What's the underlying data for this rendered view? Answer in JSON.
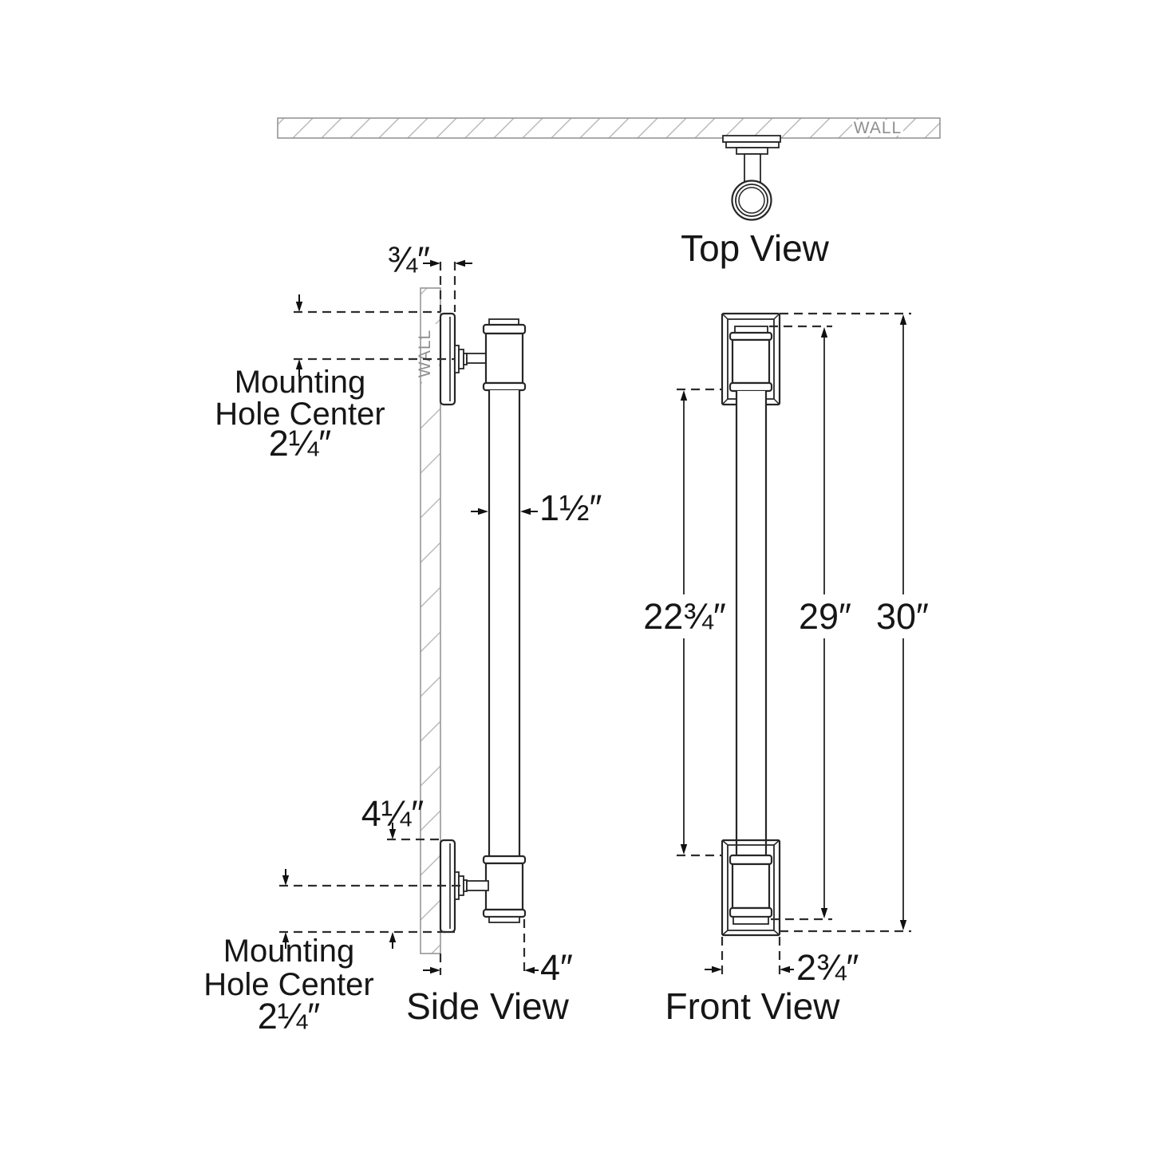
{
  "top_view": {
    "label": "Top View",
    "wall_label": "WALL"
  },
  "side_view": {
    "label": "Side View",
    "wall_label": "WALL",
    "plate_thickness": "¾″",
    "mounting_top": {
      "line1": "Mounting",
      "line2": "Hole Center",
      "value": "2¼″"
    },
    "bar_diameter": "1½″",
    "backplate_height": "4¼″",
    "mounting_bottom": {
      "line1": "Mounting",
      "line2": "Hole Center",
      "value": "2¼″"
    },
    "projection": "4″"
  },
  "front_view": {
    "label": "Front View",
    "exposed_length": "22¾″",
    "mounting_length": "29″",
    "overall_length": "30″",
    "backplate_width": "2¾″"
  },
  "colors": {
    "background": "#ffffff",
    "line": "#262626",
    "dimension": "#3a3a3a",
    "dashed": "#2d2d2d",
    "hatch": "#b8b8b8",
    "wall_text": "#8f8f8f"
  }
}
